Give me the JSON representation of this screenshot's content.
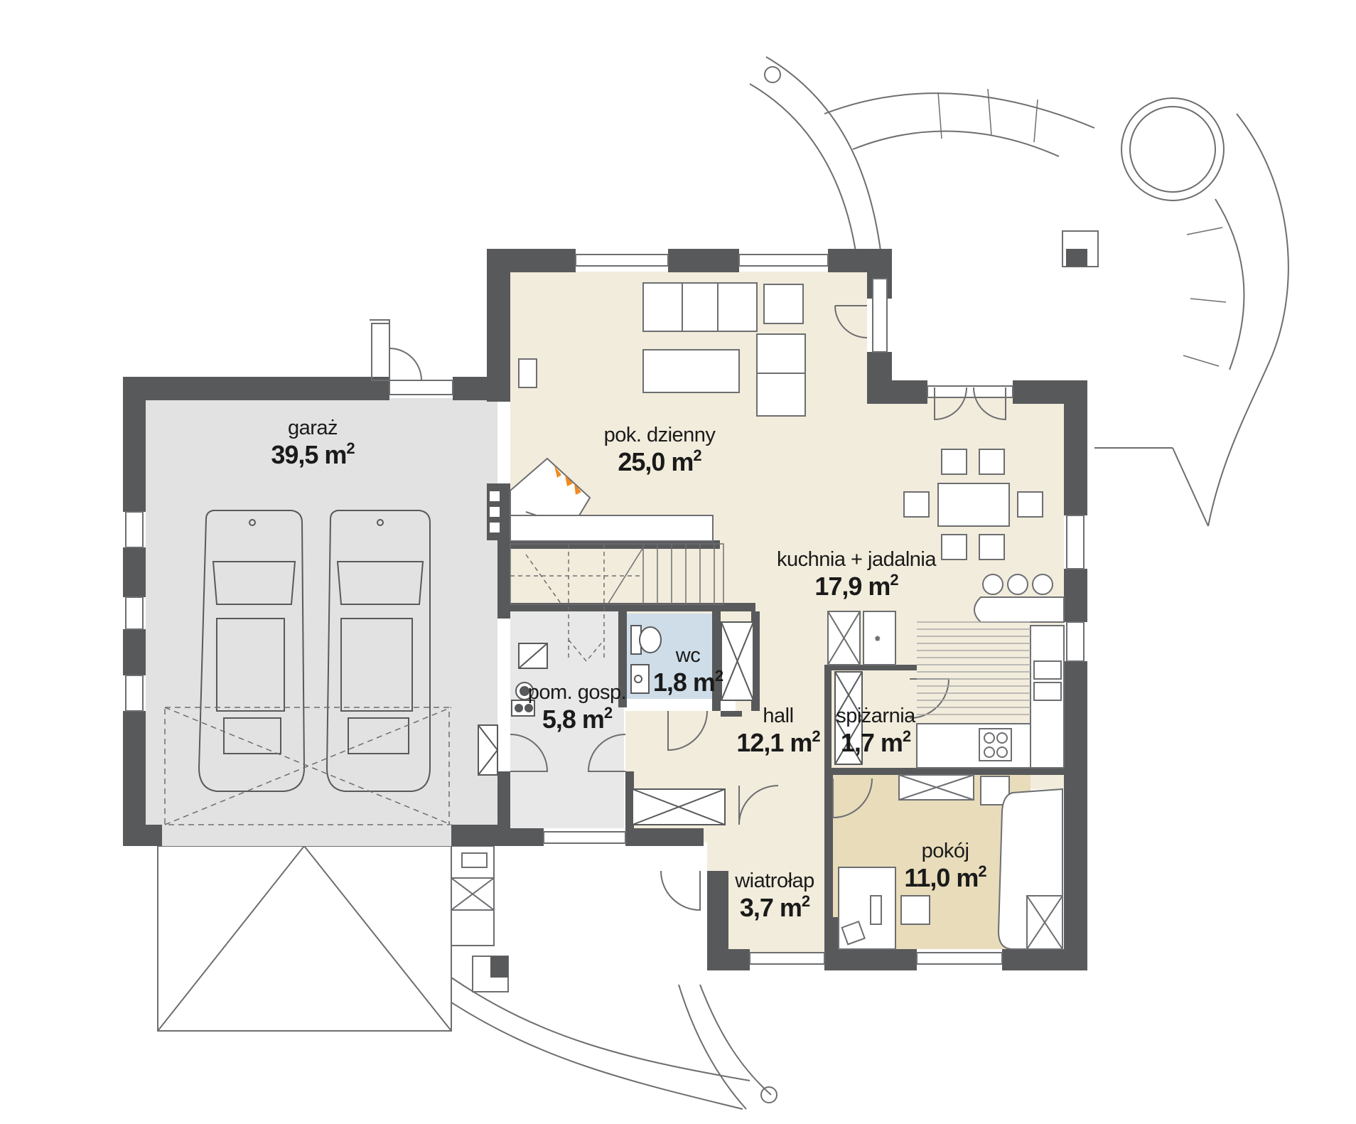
{
  "colors": {
    "wall": "#58595b",
    "living_floor": "#f2ecdc",
    "garage_floor": "#e2e2e3",
    "service_floor": "#e8e8e8",
    "room_floor": "#e8dcbb",
    "wc_floor": "#cfdde8",
    "line": "#6d6e71",
    "fireplace_flame": "#f08a1d"
  },
  "rooms": [
    {
      "id": "garaz",
      "name": "garaż",
      "area": "39,5 m",
      "unit_sup": "2"
    },
    {
      "id": "pok-dzienny",
      "name": "pok. dzienny",
      "area": "25,0 m",
      "unit_sup": "2"
    },
    {
      "id": "kuchnia-jadalnia",
      "name": "kuchnia + jadalnia",
      "area": "17,9 m",
      "unit_sup": "2"
    },
    {
      "id": "wc",
      "name": "wc",
      "area": "1,8 m",
      "unit_sup": "2"
    },
    {
      "id": "pom-gosp",
      "name": "pom. gosp.",
      "area": "5,8 m",
      "unit_sup": "2"
    },
    {
      "id": "hall",
      "name": "hall",
      "area": "12,1 m",
      "unit_sup": "2"
    },
    {
      "id": "spizarnia",
      "name": "spiżarnia",
      "area": "1,7 m",
      "unit_sup": "2"
    },
    {
      "id": "pokoj",
      "name": "pokój",
      "area": "11,0 m",
      "unit_sup": "2"
    },
    {
      "id": "wiatrolap",
      "name": "wiatrołap",
      "area": "3,7 m",
      "unit_sup": "2"
    }
  ]
}
